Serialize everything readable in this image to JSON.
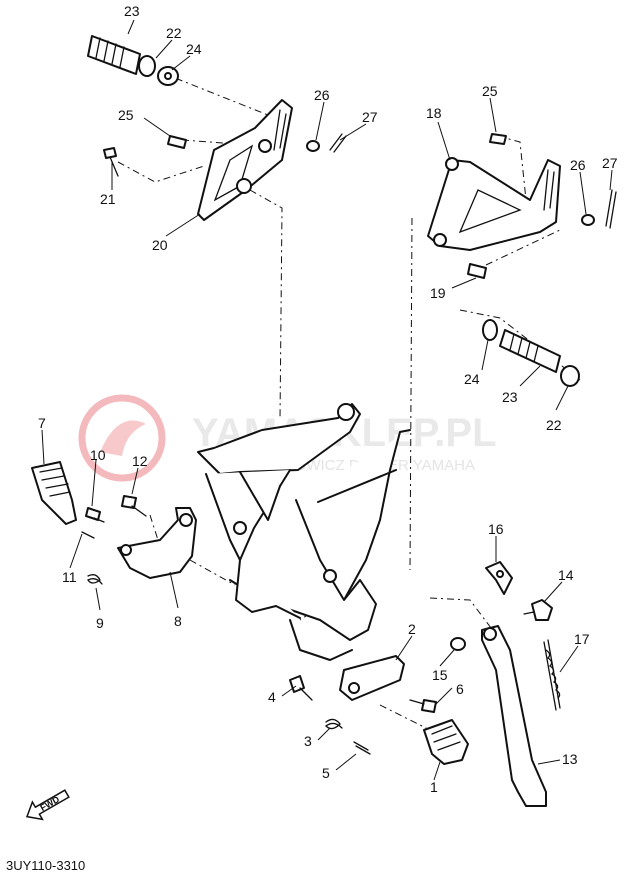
{
  "watermark": {
    "brand": "YAMASKLEP.PL",
    "tagline": "MICHAŁOWICZ DEALER YAMAHA",
    "logo_color": "#f4b9bc"
  },
  "diagram_code": "3UY110-3310",
  "fwd_label": "FWD",
  "part_numbers": [
    {
      "id": "p23a",
      "label": "23"
    },
    {
      "id": "p22a",
      "label": "22"
    },
    {
      "id": "p24a",
      "label": "24"
    },
    {
      "id": "p25a",
      "label": "25"
    },
    {
      "id": "p26a",
      "label": "26"
    },
    {
      "id": "p27a",
      "label": "27"
    },
    {
      "id": "p21",
      "label": "21"
    },
    {
      "id": "p20",
      "label": "20"
    },
    {
      "id": "p18",
      "label": "18"
    },
    {
      "id": "p25b",
      "label": "25"
    },
    {
      "id": "p26b",
      "label": "26"
    },
    {
      "id": "p27b",
      "label": "27"
    },
    {
      "id": "p19",
      "label": "19"
    },
    {
      "id": "p24b",
      "label": "24"
    },
    {
      "id": "p23b",
      "label": "23"
    },
    {
      "id": "p22b",
      "label": "22"
    },
    {
      "id": "p7",
      "label": "7"
    },
    {
      "id": "p10",
      "label": "10"
    },
    {
      "id": "p12",
      "label": "12"
    },
    {
      "id": "p11",
      "label": "11"
    },
    {
      "id": "p9",
      "label": "9"
    },
    {
      "id": "p8",
      "label": "8"
    },
    {
      "id": "p16",
      "label": "16"
    },
    {
      "id": "p14",
      "label": "14"
    },
    {
      "id": "p17",
      "label": "17"
    },
    {
      "id": "p2",
      "label": "2"
    },
    {
      "id": "p15",
      "label": "15"
    },
    {
      "id": "p4",
      "label": "4"
    },
    {
      "id": "p6",
      "label": "6"
    },
    {
      "id": "p3",
      "label": "3"
    },
    {
      "id": "p5",
      "label": "5"
    },
    {
      "id": "p1",
      "label": "1"
    },
    {
      "id": "p13",
      "label": "13"
    }
  ]
}
